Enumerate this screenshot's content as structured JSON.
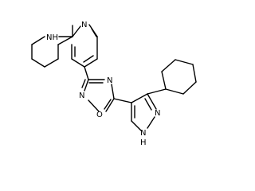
{
  "molecule": {
    "atom_labels": {
      "nh_piperidine": "NH",
      "n_pyridine": "N",
      "n_oxadiazole_top": "N",
      "n_oxadiazole_left": "N",
      "o_oxadiazole": "O",
      "n_pyrazole": "N",
      "nh_pyrazole": "N",
      "h_pyrazole": "H"
    }
  }
}
